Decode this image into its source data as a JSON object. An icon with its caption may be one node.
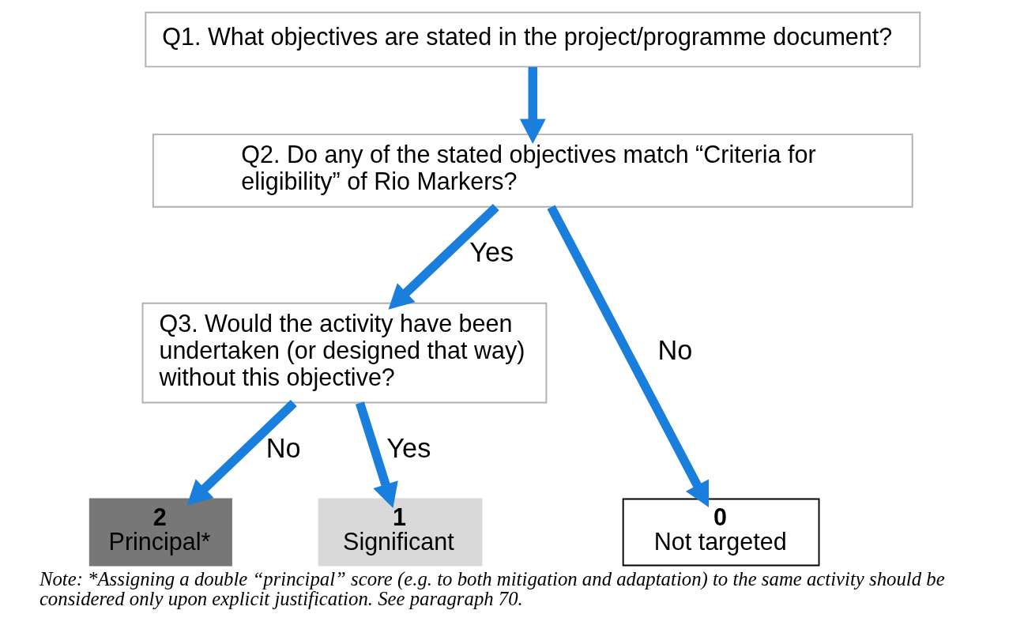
{
  "diagram": {
    "caption": "Note: *Assigning a double “principal” score (e.g. to both mitigation and adaptation) to the same activity should be considered only upon explicit justification. See paragraph 70.",
    "nodes": [
      {
        "text": [
          "Q1. What objectives are stated in the project/programme document?"
        ]
      },
      {
        "text": [
          "Q2. Do any of the stated objectives match “Criteria for eligibility” of Rio Markers?"
        ]
      },
      {
        "text": [
          "Q3. Would the activity have been undertaken (or designed that way) without this objective?"
        ]
      },
      {
        "text": [
          "2",
          "Principal*"
        ]
      },
      {
        "text": [
          "1",
          "Significant"
        ]
      },
      {
        "text": [
          "0",
          "Not targeted"
        ]
      }
    ],
    "edges": [
      {
        "from": 0,
        "to": 1,
        "arrow": "to"
      },
      {
        "from": 1,
        "to": 2,
        "arrow": "to",
        "label": "Yes"
      },
      {
        "from": 2,
        "to": 3,
        "arrow": "to",
        "label": "No"
      },
      {
        "from": 2,
        "to": 4,
        "arrow": "to",
        "label": "Yes"
      },
      {
        "from": 1,
        "to": 5,
        "arrow": "to",
        "label": "No"
      }
    ]
  }
}
